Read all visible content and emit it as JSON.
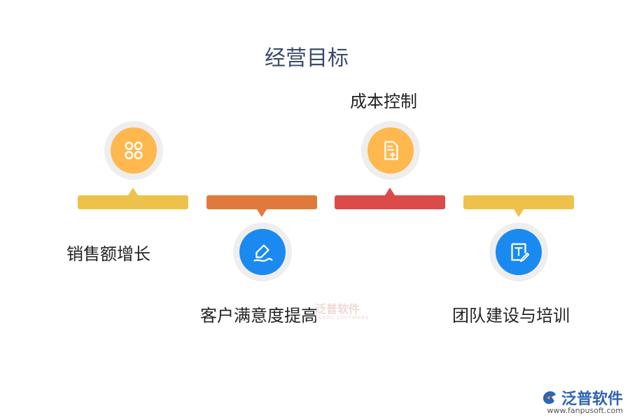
{
  "title": "经营目标",
  "items": [
    {
      "label": "销售额增长",
      "icon": "four-circles-icon",
      "color": "#eec24a",
      "icon_color": "#ffb84d",
      "position": "above"
    },
    {
      "label": "客户满意度提高",
      "icon": "pen-signature-icon",
      "color": "#e07a3c",
      "icon_color": "#1a8af0",
      "position": "below"
    },
    {
      "label": "成本控制",
      "icon": "document-upload-icon",
      "color": "#dd4a4a",
      "icon_color": "#ffb84d",
      "position": "above"
    },
    {
      "label": "团队建设与培训",
      "icon": "text-edit-icon",
      "color": "#eec24a",
      "icon_color": "#1a8af0",
      "position": "below"
    }
  ],
  "watermark": {
    "text": "泛普软件",
    "sub": "FANPU SOFTWARE"
  },
  "logo": {
    "text": "泛普软件",
    "url": "www.fanpusoft.com",
    "color": "#2e63b5"
  }
}
